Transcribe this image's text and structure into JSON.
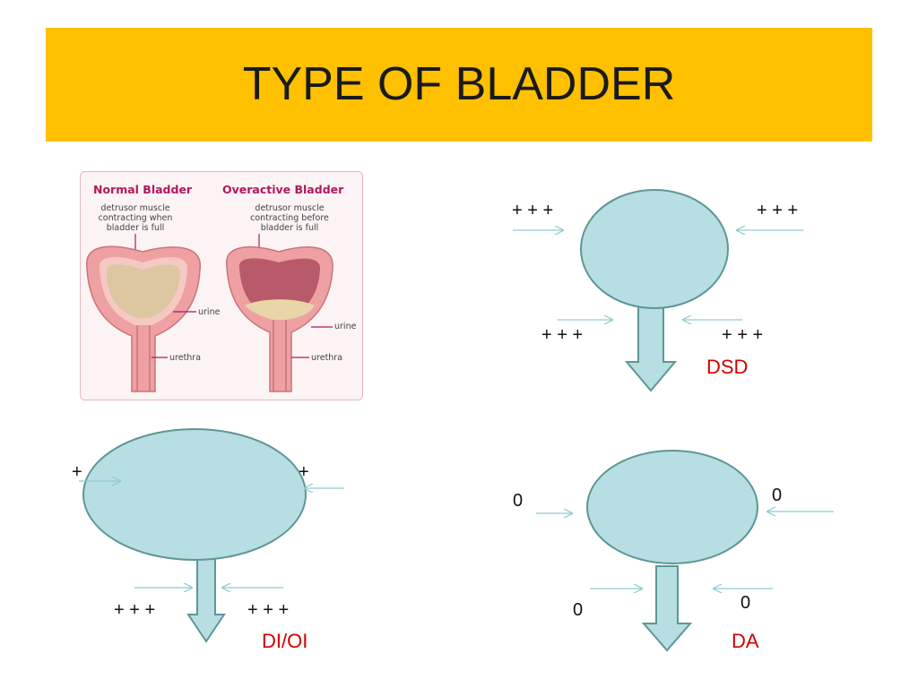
{
  "title": "TYPE OF BLADDER",
  "illustration": {
    "normal_heading": "Normal Bladder",
    "normal_caption": [
      "detrusor muscle",
      "contracting when",
      "bladder is full"
    ],
    "overactive_heading": "Overactive Bladder",
    "overactive_caption": [
      "detrusor muscle",
      "contracting before",
      "bladder is full"
    ],
    "urine_label": "urine",
    "urethra_label": "urethra"
  },
  "panels": {
    "dsd": {
      "top_left": "+ + +",
      "top_right": "+ + +",
      "bottom_left": "+ + +",
      "bottom_right": "+ + +",
      "name": "DSD"
    },
    "dioi": {
      "top_left": "+",
      "top_right": "+",
      "bottom_left": "+ + +",
      "bottom_right": "+ + +",
      "name": "DI/OI"
    },
    "da": {
      "top_left": "0",
      "top_right": "0",
      "bottom_left": "0",
      "bottom_right": "0",
      "name": "DA"
    }
  },
  "colors": {
    "title_bar": "#ffc000",
    "bladder_fill": "#b7dee3",
    "bladder_stroke": "#5e9696",
    "arrow_line": "#8fcbd0",
    "label_red": "#d00000"
  }
}
